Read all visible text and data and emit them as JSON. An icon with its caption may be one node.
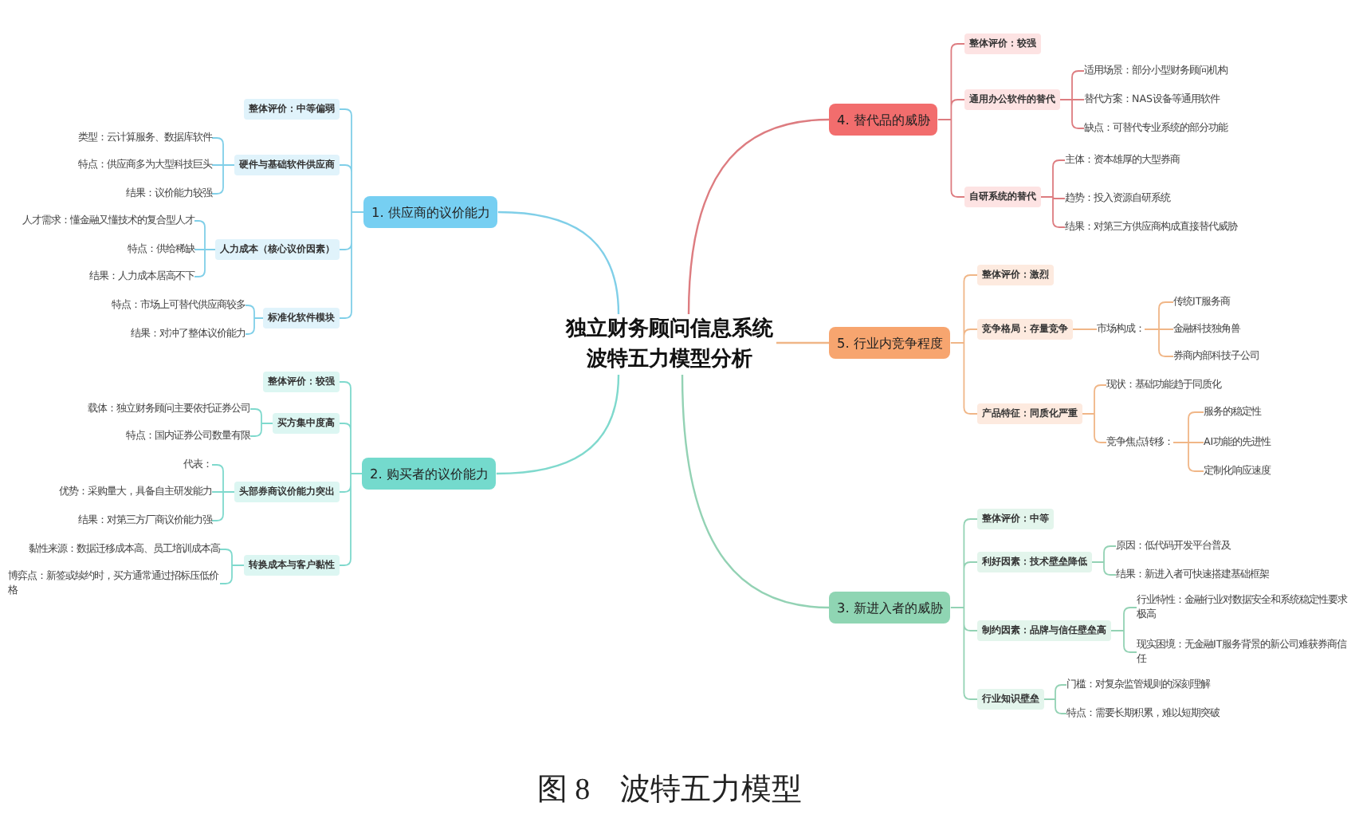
{
  "diagram": {
    "caption": "图 8　波特五力模型",
    "nodes": [
      {
        "text": [
          "独立财务顾问信息系统波特五力模型分析"
        ]
      },
      {
        "text": [
          "1. 供应商的议价能力"
        ]
      },
      {
        "text": [
          "整体评价：中等偏弱"
        ]
      },
      {
        "text": [
          "硬件与基础软件供应商"
        ]
      },
      {
        "text": [
          "类型：云计算服务、数据库软件"
        ]
      },
      {
        "text": [
          "特点：供应商多为大型科技巨头"
        ]
      },
      {
        "text": [
          "结果：议价能力较强"
        ]
      },
      {
        "text": [
          "人力成本（核心议价因素）"
        ]
      },
      {
        "text": [
          "人才需求：懂金融又懂技术的复合型人才"
        ]
      },
      {
        "text": [
          "特点：供给稀缺"
        ]
      },
      {
        "text": [
          "结果：人力成本居高不下"
        ]
      },
      {
        "text": [
          "标准化软件模块"
        ]
      },
      {
        "text": [
          "特点：市场上可替代供应商较多"
        ]
      },
      {
        "text": [
          "结果：对冲了整体议价能力"
        ]
      },
      {
        "text": [
          "2. 购买者的议价能力"
        ]
      },
      {
        "text": [
          "整体评价：较强"
        ]
      },
      {
        "text": [
          "买方集中度高"
        ]
      },
      {
        "text": [
          "载体：独立财务顾问主要依托证券公司"
        ]
      },
      {
        "text": [
          "特点：国内证券公司数量有限"
        ]
      },
      {
        "text": [
          "头部券商议价能力突出"
        ]
      },
      {
        "text": [
          "代表："
        ]
      },
      {
        "text": [
          "优势：采购量大，具备自主研发能力"
        ]
      },
      {
        "text": [
          "结果：对第三方厂商议价能力强"
        ]
      },
      {
        "text": [
          "转换成本与客户黏性"
        ]
      },
      {
        "text": [
          "黏性来源：数据迁移成本高、员工培训成本高"
        ]
      },
      {
        "text": [
          "博弈点：新签或续约时，买方通常通过招标压低价格"
        ]
      },
      {
        "text": [
          "3. 新进入者的威胁"
        ]
      },
      {
        "text": [
          "整体评价：中等"
        ]
      },
      {
        "text": [
          "利好因素：技术壁垒降低"
        ]
      },
      {
        "text": [
          "原因：低代码开发平台普及"
        ]
      },
      {
        "text": [
          "结果：新进入者可快速搭建基础框架"
        ]
      },
      {
        "text": [
          "制约因素：品牌与信任壁垒高"
        ]
      },
      {
        "text": [
          "行业特性：金融行业对数据安全和系统稳定性要求极高"
        ]
      },
      {
        "text": [
          "现实困境：无金融IT服务背景的新公司难获券商信任"
        ]
      },
      {
        "text": [
          "行业知识壁垒"
        ]
      },
      {
        "text": [
          "门槛：对复杂监管规则的深刻理解"
        ]
      },
      {
        "text": [
          "特点：需要长期积累，难以短期突破"
        ]
      },
      {
        "text": [
          "4. 替代品的威胁"
        ]
      },
      {
        "text": [
          "整体评价：较强"
        ]
      },
      {
        "text": [
          "通用办公软件的替代"
        ]
      },
      {
        "text": [
          "适用场景：部分小型财务顾问机构"
        ]
      },
      {
        "text": [
          "替代方案：NAS设备等通用软件"
        ]
      },
      {
        "text": [
          "缺点：可替代专业系统的部分功能"
        ]
      },
      {
        "text": [
          "自研系统的替代"
        ]
      },
      {
        "text": [
          "主体：资本雄厚的大型券商"
        ]
      },
      {
        "text": [
          "趋势：投入资源自研系统"
        ]
      },
      {
        "text": [
          "结果：对第三方供应商构成直接替代威胁"
        ]
      },
      {
        "text": [
          "5. 行业内竞争程度"
        ]
      },
      {
        "text": [
          "整体评价：激烈"
        ]
      },
      {
        "text": [
          "竞争格局：存量竞争"
        ]
      },
      {
        "text": [
          "市场构成："
        ]
      },
      {
        "text": [
          "传统IT服务商"
        ]
      },
      {
        "text": [
          "金融科技独角兽"
        ]
      },
      {
        "text": [
          "券商内部科技子公司"
        ]
      },
      {
        "text": [
          "产品特征：同质化严重"
        ]
      },
      {
        "text": [
          "现状：基础功能趋于同质化"
        ]
      },
      {
        "text": [
          "竞争焦点转移："
        ]
      },
      {
        "text": [
          "服务的稳定性"
        ]
      },
      {
        "text": [
          "AI功能的先进性"
        ]
      },
      {
        "text": [
          "定制化响应速度"
        ]
      }
    ],
    "edges": [
      {
        "from": 0,
        "to": 1,
        "arrow": "none",
        "color": "#80cfe8"
      },
      {
        "from": 1,
        "to": 2,
        "arrow": "none",
        "color": "#80cfe8"
      },
      {
        "from": 1,
        "to": 3,
        "arrow": "none",
        "color": "#80cfe8"
      },
      {
        "from": 3,
        "to": 4,
        "arrow": "none",
        "color": "#80cfe8"
      },
      {
        "from": 3,
        "to": 5,
        "arrow": "none",
        "color": "#80cfe8"
      },
      {
        "from": 3,
        "to": 6,
        "arrow": "none",
        "color": "#80cfe8"
      },
      {
        "from": 1,
        "to": 7,
        "arrow": "none",
        "color": "#80cfe8"
      },
      {
        "from": 7,
        "to": 8,
        "arrow": "none",
        "color": "#80cfe8"
      },
      {
        "from": 7,
        "to": 9,
        "arrow": "none",
        "color": "#80cfe8"
      },
      {
        "from": 7,
        "to": 10,
        "arrow": "none",
        "color": "#80cfe8"
      },
      {
        "from": 1,
        "to": 11,
        "arrow": "none",
        "color": "#80cfe8"
      },
      {
        "from": 11,
        "to": 12,
        "arrow": "none",
        "color": "#80cfe8"
      },
      {
        "from": 11,
        "to": 13,
        "arrow": "none",
        "color": "#80cfe8"
      },
      {
        "from": 0,
        "to": 14,
        "arrow": "none",
        "color": "#7fd9cd"
      },
      {
        "from": 14,
        "to": 15,
        "arrow": "none",
        "color": "#7fd9cd"
      },
      {
        "from": 14,
        "to": 16,
        "arrow": "none",
        "color": "#7fd9cd"
      },
      {
        "from": 16,
        "to": 17,
        "arrow": "none",
        "color": "#7fd9cd"
      },
      {
        "from": 16,
        "to": 18,
        "arrow": "none",
        "color": "#7fd9cd"
      },
      {
        "from": 14,
        "to": 19,
        "arrow": "none",
        "color": "#7fd9cd"
      },
      {
        "from": 19,
        "to": 20,
        "arrow": "none",
        "color": "#7fd9cd"
      },
      {
        "from": 19,
        "to": 21,
        "arrow": "none",
        "color": "#7fd9cd"
      },
      {
        "from": 19,
        "to": 22,
        "arrow": "none",
        "color": "#7fd9cd"
      },
      {
        "from": 14,
        "to": 23,
        "arrow": "none",
        "color": "#7fd9cd"
      },
      {
        "from": 23,
        "to": 24,
        "arrow": "none",
        "color": "#7fd9cd"
      },
      {
        "from": 23,
        "to": 25,
        "arrow": "none",
        "color": "#7fd9cd"
      },
      {
        "from": 0,
        "to": 26,
        "arrow": "none",
        "color": "#93d2b4"
      },
      {
        "from": 26,
        "to": 27,
        "arrow": "none",
        "color": "#93d2b4"
      },
      {
        "from": 26,
        "to": 28,
        "arrow": "none",
        "color": "#93d2b4"
      },
      {
        "from": 28,
        "to": 29,
        "arrow": "none",
        "color": "#93d2b4"
      },
      {
        "from": 28,
        "to": 30,
        "arrow": "none",
        "color": "#93d2b4"
      },
      {
        "from": 26,
        "to": 31,
        "arrow": "none",
        "color": "#93d2b4"
      },
      {
        "from": 31,
        "to": 32,
        "arrow": "none",
        "color": "#93d2b4"
      },
      {
        "from": 31,
        "to": 33,
        "arrow": "none",
        "color": "#93d2b4"
      },
      {
        "from": 26,
        "to": 34,
        "arrow": "none",
        "color": "#93d2b4"
      },
      {
        "from": 34,
        "to": 35,
        "arrow": "none",
        "color": "#93d2b4"
      },
      {
        "from": 34,
        "to": 36,
        "arrow": "none",
        "color": "#93d2b4"
      },
      {
        "from": 0,
        "to": 37,
        "arrow": "none",
        "color": "#dd7c80"
      },
      {
        "from": 37,
        "to": 38,
        "arrow": "none",
        "color": "#dd7c80"
      },
      {
        "from": 37,
        "to": 39,
        "arrow": "none",
        "color": "#dd7c80"
      },
      {
        "from": 39,
        "to": 40,
        "arrow": "none",
        "color": "#dd7c80"
      },
      {
        "from": 39,
        "to": 41,
        "arrow": "none",
        "color": "#dd7c80"
      },
      {
        "from": 39,
        "to": 42,
        "arrow": "none",
        "color": "#dd7c80"
      },
      {
        "from": 37,
        "to": 43,
        "arrow": "none",
        "color": "#dd7c80"
      },
      {
        "from": 43,
        "to": 44,
        "arrow": "none",
        "color": "#dd7c80"
      },
      {
        "from": 43,
        "to": 45,
        "arrow": "none",
        "color": "#dd7c80"
      },
      {
        "from": 43,
        "to": 46,
        "arrow": "none",
        "color": "#dd7c80"
      },
      {
        "from": 0,
        "to": 47,
        "arrow": "none",
        "color": "#f0b687"
      },
      {
        "from": 47,
        "to": 48,
        "arrow": "none",
        "color": "#f0b687"
      },
      {
        "from": 47,
        "to": 49,
        "arrow": "none",
        "color": "#f0b687"
      },
      {
        "from": 49,
        "to": 50,
        "arrow": "none",
        "color": "#f0b687"
      },
      {
        "from": 50,
        "to": 51,
        "arrow": "none",
        "color": "#f0b687"
      },
      {
        "from": 50,
        "to": 52,
        "arrow": "none",
        "color": "#f0b687"
      },
      {
        "from": 50,
        "to": 53,
        "arrow": "none",
        "color": "#f0b687"
      },
      {
        "from": 47,
        "to": 54,
        "arrow": "none",
        "color": "#f0b687"
      },
      {
        "from": 54,
        "to": 55,
        "arrow": "none",
        "color": "#f0b687"
      },
      {
        "from": 54,
        "to": 56,
        "arrow": "none",
        "color": "#f0b687"
      },
      {
        "from": 56,
        "to": 57,
        "arrow": "none",
        "color": "#f0b687"
      },
      {
        "from": 56,
        "to": 58,
        "arrow": "none",
        "color": "#f0b687"
      },
      {
        "from": 56,
        "to": 59,
        "arrow": "none",
        "color": "#f0b687"
      }
    ]
  }
}
